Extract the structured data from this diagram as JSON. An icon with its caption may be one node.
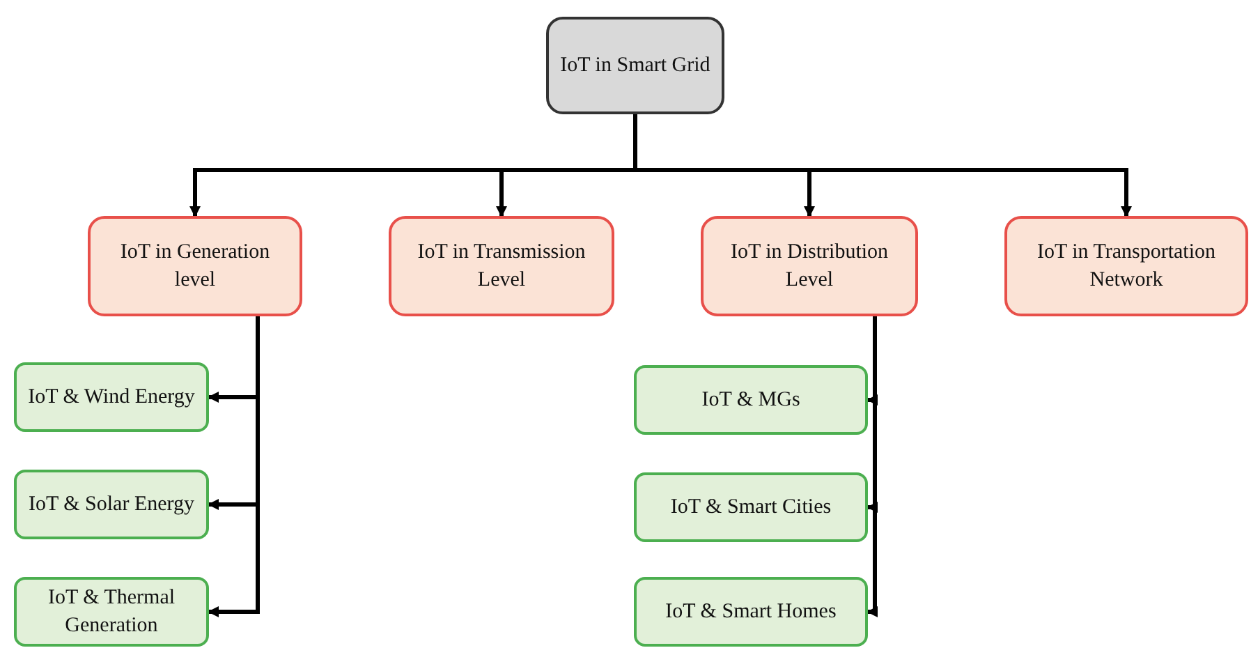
{
  "diagram": {
    "nodes": [
      {
        "text": [
          "IoT in Smart Grid"
        ]
      },
      {
        "text": [
          "IoT in Generation level"
        ]
      },
      {
        "text": [
          "IoT in Transmission Level"
        ]
      },
      {
        "text": [
          "IoT in Distribution Level"
        ]
      },
      {
        "text": [
          "IoT in Transportation Network"
        ]
      },
      {
        "text": [
          "IoT & Wind Energy"
        ]
      },
      {
        "text": [
          "IoT & Solar Energy"
        ]
      },
      {
        "text": [
          "IoT & Thermal Generation"
        ]
      },
      {
        "text": [
          "IoT & MGs"
        ]
      },
      {
        "text": [
          "IoT & Smart Cities"
        ]
      },
      {
        "text": [
          "IoT & Smart Homes"
        ]
      }
    ],
    "edges": [
      {
        "from": 0,
        "to": 1,
        "arrow": "to"
      },
      {
        "from": 0,
        "to": 2,
        "arrow": "to"
      },
      {
        "from": 0,
        "to": 3,
        "arrow": "to"
      },
      {
        "from": 0,
        "to": 4,
        "arrow": "to"
      },
      {
        "from": 1,
        "to": 5,
        "arrow": "to"
      },
      {
        "from": 1,
        "to": 6,
        "arrow": "to"
      },
      {
        "from": 1,
        "to": 7,
        "arrow": "to"
      },
      {
        "from": 3,
        "to": 8,
        "arrow": "to"
      },
      {
        "from": 3,
        "to": 9,
        "arrow": "to"
      },
      {
        "from": 3,
        "to": 10,
        "arrow": "to"
      }
    ]
  }
}
